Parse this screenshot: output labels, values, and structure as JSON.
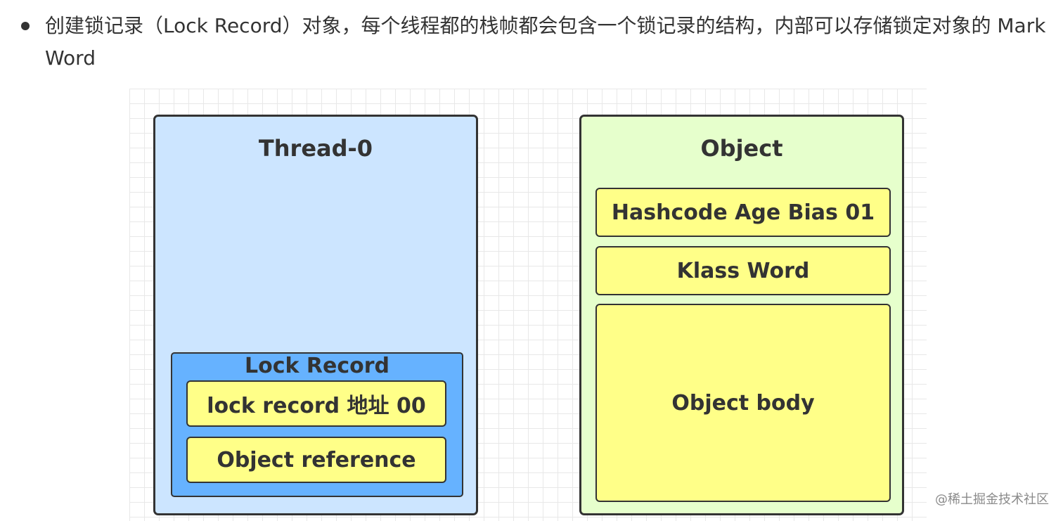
{
  "bullet": {
    "text": "创建锁记录（Lock Record）对象，每个线程都的栈帧都会包含一个锁记录的结构，内部可以存储锁定对象的 Mark Word"
  },
  "diagram": {
    "thread": {
      "title": "Thread-0",
      "lock_record": {
        "title": "Lock Record",
        "fields": [
          "lock  record 地址 00",
          "Object reference"
        ]
      }
    },
    "object": {
      "title": "Object",
      "fields": [
        "Hashcode Age Bias 01",
        "Klass Word",
        "Object body"
      ]
    },
    "colors": {
      "thread_bg": "#cce5ff",
      "lock_record_bg": "#66b2ff",
      "object_bg": "#e6ffcc",
      "field_bg": "#ffff88",
      "border": "#333333"
    }
  },
  "watermark": "@稀土掘金技术社区"
}
